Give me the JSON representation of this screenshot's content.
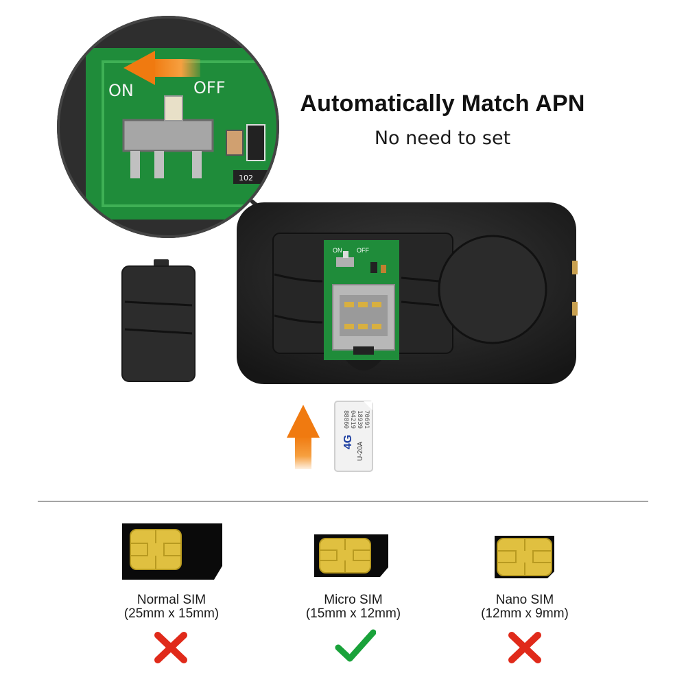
{
  "header": {
    "title": "Automatically Match APN",
    "subtitle": "No need to set"
  },
  "board": {
    "switch_on_label": "ON",
    "switch_off_label": "OFF",
    "resistor_code": "102"
  },
  "sim_card": {
    "numbers": [
      "88860",
      "04219",
      "18939",
      "70691"
    ],
    "network": "4G",
    "model": "U-20A"
  },
  "sim_options": [
    {
      "name": "Normal SIM",
      "size": "(25mm x 15mm)",
      "supported": false
    },
    {
      "name": "Micro SIM",
      "size": "(15mm x 12mm)",
      "supported": true
    },
    {
      "name": "Nano SIM",
      "size": "(12mm x 9mm)",
      "supported": false
    }
  ],
  "colors": {
    "accent_orange": "#f28c1e",
    "pcb_green": "#1f8c3a",
    "device_black": "#222222",
    "cross_red": "#e02a1a",
    "check_green": "#19a23a",
    "chip_gold": "#e0c040"
  },
  "icons": {
    "insert_arrow": "arrow-up-icon",
    "switch_arrow": "arrow-left-icon",
    "unsupported": "cross-icon",
    "supported": "check-icon"
  }
}
